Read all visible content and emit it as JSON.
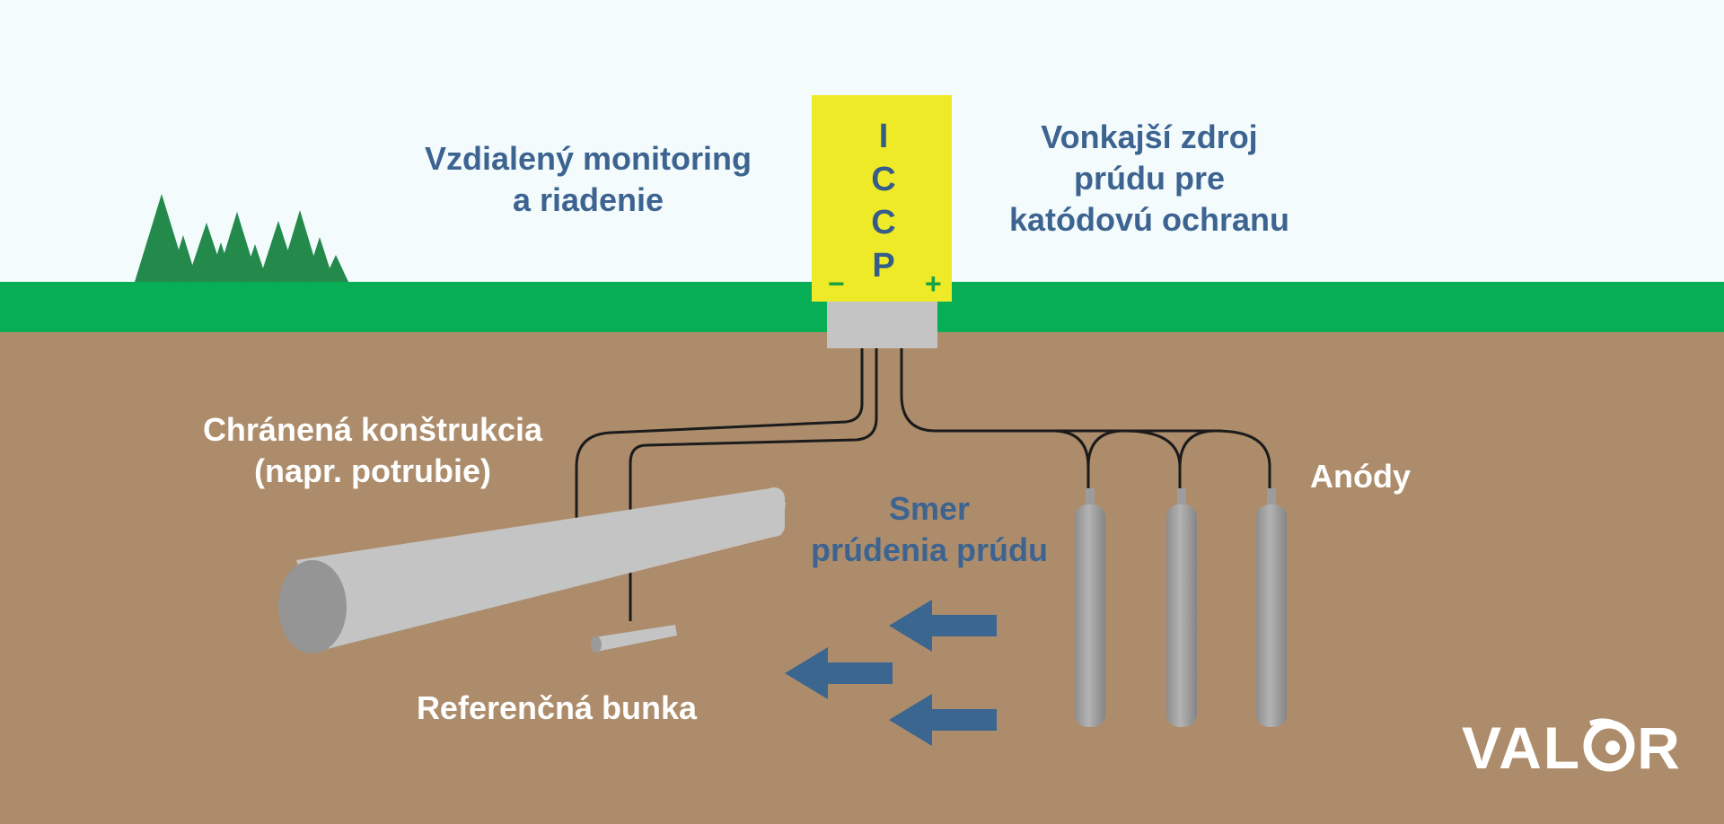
{
  "iccp_box": {
    "letters": [
      "I",
      "C",
      "C",
      "P"
    ],
    "minus": "−",
    "plus": "+"
  },
  "labels": {
    "remote": [
      "Vzdialený monitoring",
      "a riadenie"
    ],
    "source": [
      "Vonkajší zdroj",
      "prúdu pre",
      "katódovú ochranu"
    ],
    "structure": [
      "Chránená konštrukcia",
      "(napr. potrubie)"
    ],
    "anodes": "Anódy",
    "current_direction": [
      "Smer",
      "prúdenia prúdu"
    ],
    "reference": "Referenčná bunka"
  },
  "logo": {
    "text_left": "VAL",
    "text_right": "R"
  },
  "colors": {
    "sky": "#f3fbfd",
    "grass": "#07ae55",
    "soil": "#ad8c6b",
    "box": "#eeea27",
    "label_blue": "#3d6490",
    "arrow": "#3a6690",
    "pipe": "#c4c4c4",
    "trees": "#238a4c"
  }
}
